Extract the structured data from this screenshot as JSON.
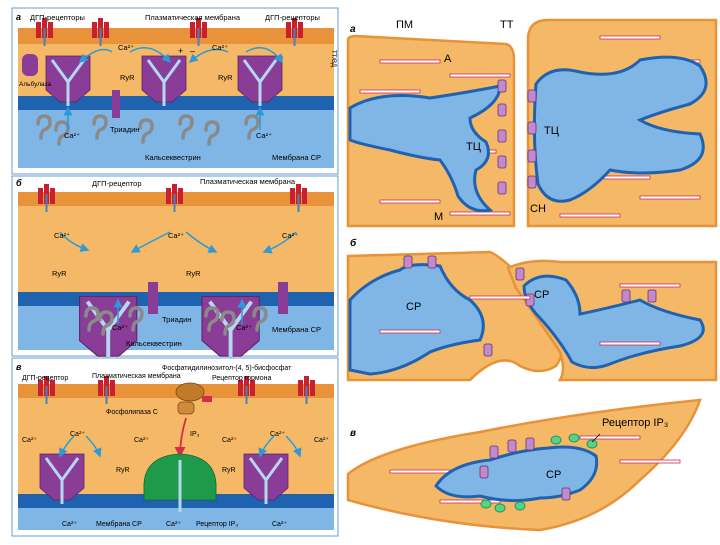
{
  "panel_a": {
    "letter": "а",
    "dhp_receptors_left": "ДГП-рецепторы",
    "plasma_membrane": "Плазматическая мембрана",
    "dhp_receptors_right": "ДГП-рецепторы",
    "ca1": "Ca²⁺",
    "ca2": "Ca²⁺",
    "plus": "+",
    "minus": "–",
    "albumin": "Альбулаза",
    "ryr1": "RyR",
    "ryr2": "RyR",
    "ca3": "Ca²⁺",
    "triadin": "Триадин",
    "ca4": "Ca²⁺",
    "calsequestrin": "Кальсеквестрин",
    "sr_membrane": "Мембрана СР",
    "tt_label": "ТТ/ВД"
  },
  "panel_b": {
    "letter": "б",
    "dhp_receptor": "ДГП-рецептор",
    "plasma_membrane": "Плазматическая мембрана",
    "ca1": "Ca²⁺",
    "ca2": "Ca²⁺",
    "ca3": "Ca²⁺",
    "ryr1": "RyR",
    "ryr2": "RyR",
    "ca4": "Ca²⁺",
    "ca5": "Ca²⁺",
    "triadins": "Триадин",
    "calsequestrin": "Кальсеквестрин",
    "sr_membrane": "Мембрана СР"
  },
  "panel_c": {
    "letter": "в",
    "dhp_receptor": "ДГП-рецептор",
    "plasma_membrane": "Плазматическая мембрана",
    "pip2": "Фосфатидилинозитол-(4, 5)-бисфосфат",
    "hormone_receptor": "Рецептор гормона",
    "plc": "Фосфолипаза С",
    "ip3": "IP₃",
    "ca_l1": "Ca²⁺",
    "ca_l2": "Ca²⁺",
    "ca_l3": "Ca²⁺",
    "ca_r1": "Ca²⁺",
    "ca_r2": "Ca²⁺",
    "ca_r3": "Ca²⁺",
    "ryr1": "RyR",
    "ryr2": "RyR",
    "ca_b1": "Ca²⁺",
    "sr_membrane": "Мембрана СР",
    "ca_b2": "Ca²⁺",
    "ip3_receptor": "Рецептор IP₃",
    "ca_b3": "Ca²⁺"
  },
  "panel_d": {
    "letter": "а",
    "pm": "ПМ",
    "tt": "ТТ",
    "a": "А",
    "tc1": "ТЦ",
    "tc2": "ТЦ",
    "m": "М",
    "cn": "СН"
  },
  "panel_e": {
    "letter": "б",
    "sr1": "СР",
    "sr2": "СР"
  },
  "panel_f": {
    "letter": "в",
    "ip3_receptor": "Рецептор IP₃",
    "sr": "СР"
  },
  "colors": {
    "cytoplasm": "#f5b866",
    "membrane": "#e8923a",
    "sr_fill": "#7fb6e6",
    "sr_stroke": "#1f62b0",
    "purple": "#8a3d96",
    "red": "#c8202e",
    "myofibril": "#d9406a",
    "green": "#1f9a4a",
    "frame": "#6a9bd1"
  }
}
